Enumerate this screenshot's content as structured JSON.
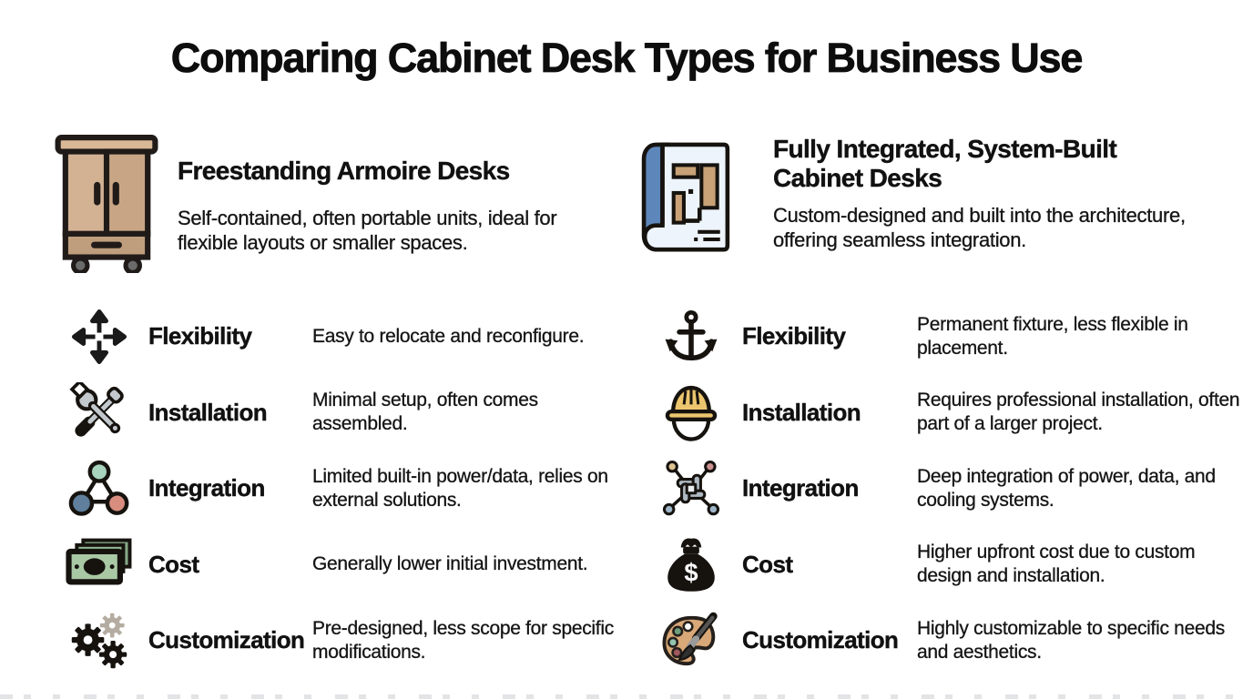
{
  "title": "Comparing Cabinet Desk Types for Business Use",
  "colors": {
    "background": "#FFFFFF",
    "text": "#111111",
    "armoire_wood": "#D3B294",
    "armoire_wood_dark": "#C1A080",
    "blueprint_blue": "#5D86BA",
    "blueprint_sheet": "#EDF4FB",
    "plan_wall_tan": "#C9A177",
    "money_green": "#A9C9A4",
    "helmet_yellow": "#ECC56E",
    "node_teal": "#A8D4BD",
    "node_blue": "#5F7F9C",
    "node_salmon": "#D88D7F",
    "knot_gray": "#AEB9C2",
    "palette_tan": "#D9A878",
    "tool_gray": "#C3C8CD",
    "gear_tan": "#B5ACA1"
  },
  "columns": [
    {
      "id": "freestanding",
      "icon": "armoire-icon",
      "title": "Freestanding Armoire Desks",
      "description": "Self-contained, often portable units, ideal for flexible layouts or smaller spaces.",
      "features": [
        {
          "icon": "move-arrows-icon",
          "label": "Flexibility",
          "description": "Easy to relocate and reconfigure."
        },
        {
          "icon": "tools-icon",
          "label": "Installation",
          "description": "Minimal setup, often comes assembled."
        },
        {
          "icon": "molecule-icon",
          "label": "Integration",
          "description": "Limited built-in power/data, relies on external solutions."
        },
        {
          "icon": "banknotes-icon",
          "label": "Cost",
          "description": "Generally lower initial investment."
        },
        {
          "icon": "gears-icon",
          "label": "Customization",
          "description": "Pre-designed, less scope for specific modifications."
        }
      ]
    },
    {
      "id": "integrated",
      "icon": "blueprint-icon",
      "title": "Fully Integrated, System-Built Cabinet Desks",
      "description": "Custom-designed and built into the architecture, offering seamless integration.",
      "features": [
        {
          "icon": "anchor-icon",
          "label": "Flexibility",
          "description": "Permanent fixture, less flexible in placement."
        },
        {
          "icon": "hard-hat-icon",
          "label": "Installation",
          "description": "Requires professional installation, often part of a larger project."
        },
        {
          "icon": "knot-icon",
          "label": "Integration",
          "description": "Deep integration of power, data, and cooling systems."
        },
        {
          "icon": "money-bag-icon",
          "label": "Cost",
          "description": "Higher upfront cost due to custom design and installation.",
          "icon_glyph": "$"
        },
        {
          "icon": "palette-icon",
          "label": "Customization",
          "description": "Highly customizable to specific needs and aesthetics."
        }
      ]
    }
  ]
}
